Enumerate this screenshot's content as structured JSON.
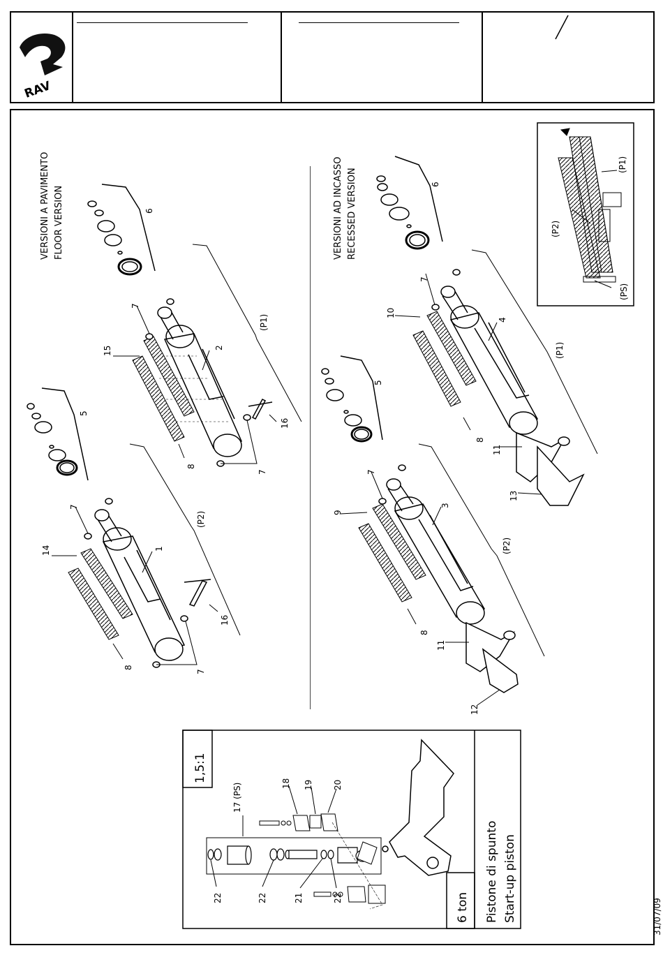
{
  "header": {
    "logo_text": "RAV",
    "slash": "/"
  },
  "sections": {
    "floor_it": "VERSIONI A PAVIMENTO",
    "floor_en": "FLOOR VERSION",
    "recessed_it": "VERSIONI AD INCASSO",
    "recessed_en": "RECESSED VERSION"
  },
  "callouts": {
    "p1": "(P1)",
    "p2": "(P2)",
    "ps": "(PS)",
    "ps17": "17 (PS)",
    "n1": "1",
    "n2": "2",
    "n3": "3",
    "n4": "4",
    "n5": "5",
    "n6": "6",
    "n7": "7",
    "n8": "8",
    "n9": "9",
    "n10": "10",
    "n11": "11",
    "n12": "12",
    "n13": "13",
    "n14": "14",
    "n15": "15",
    "n16": "16",
    "n18": "18",
    "n19": "19",
    "n20": "20",
    "n21": "21",
    "n22": "22"
  },
  "startup_box": {
    "ratio": "1,5:1",
    "capacity": "6 ton",
    "title_it": "Pistone di spunto",
    "title_en": "Start-up piston"
  },
  "footer": {
    "date": "31/07/09"
  }
}
